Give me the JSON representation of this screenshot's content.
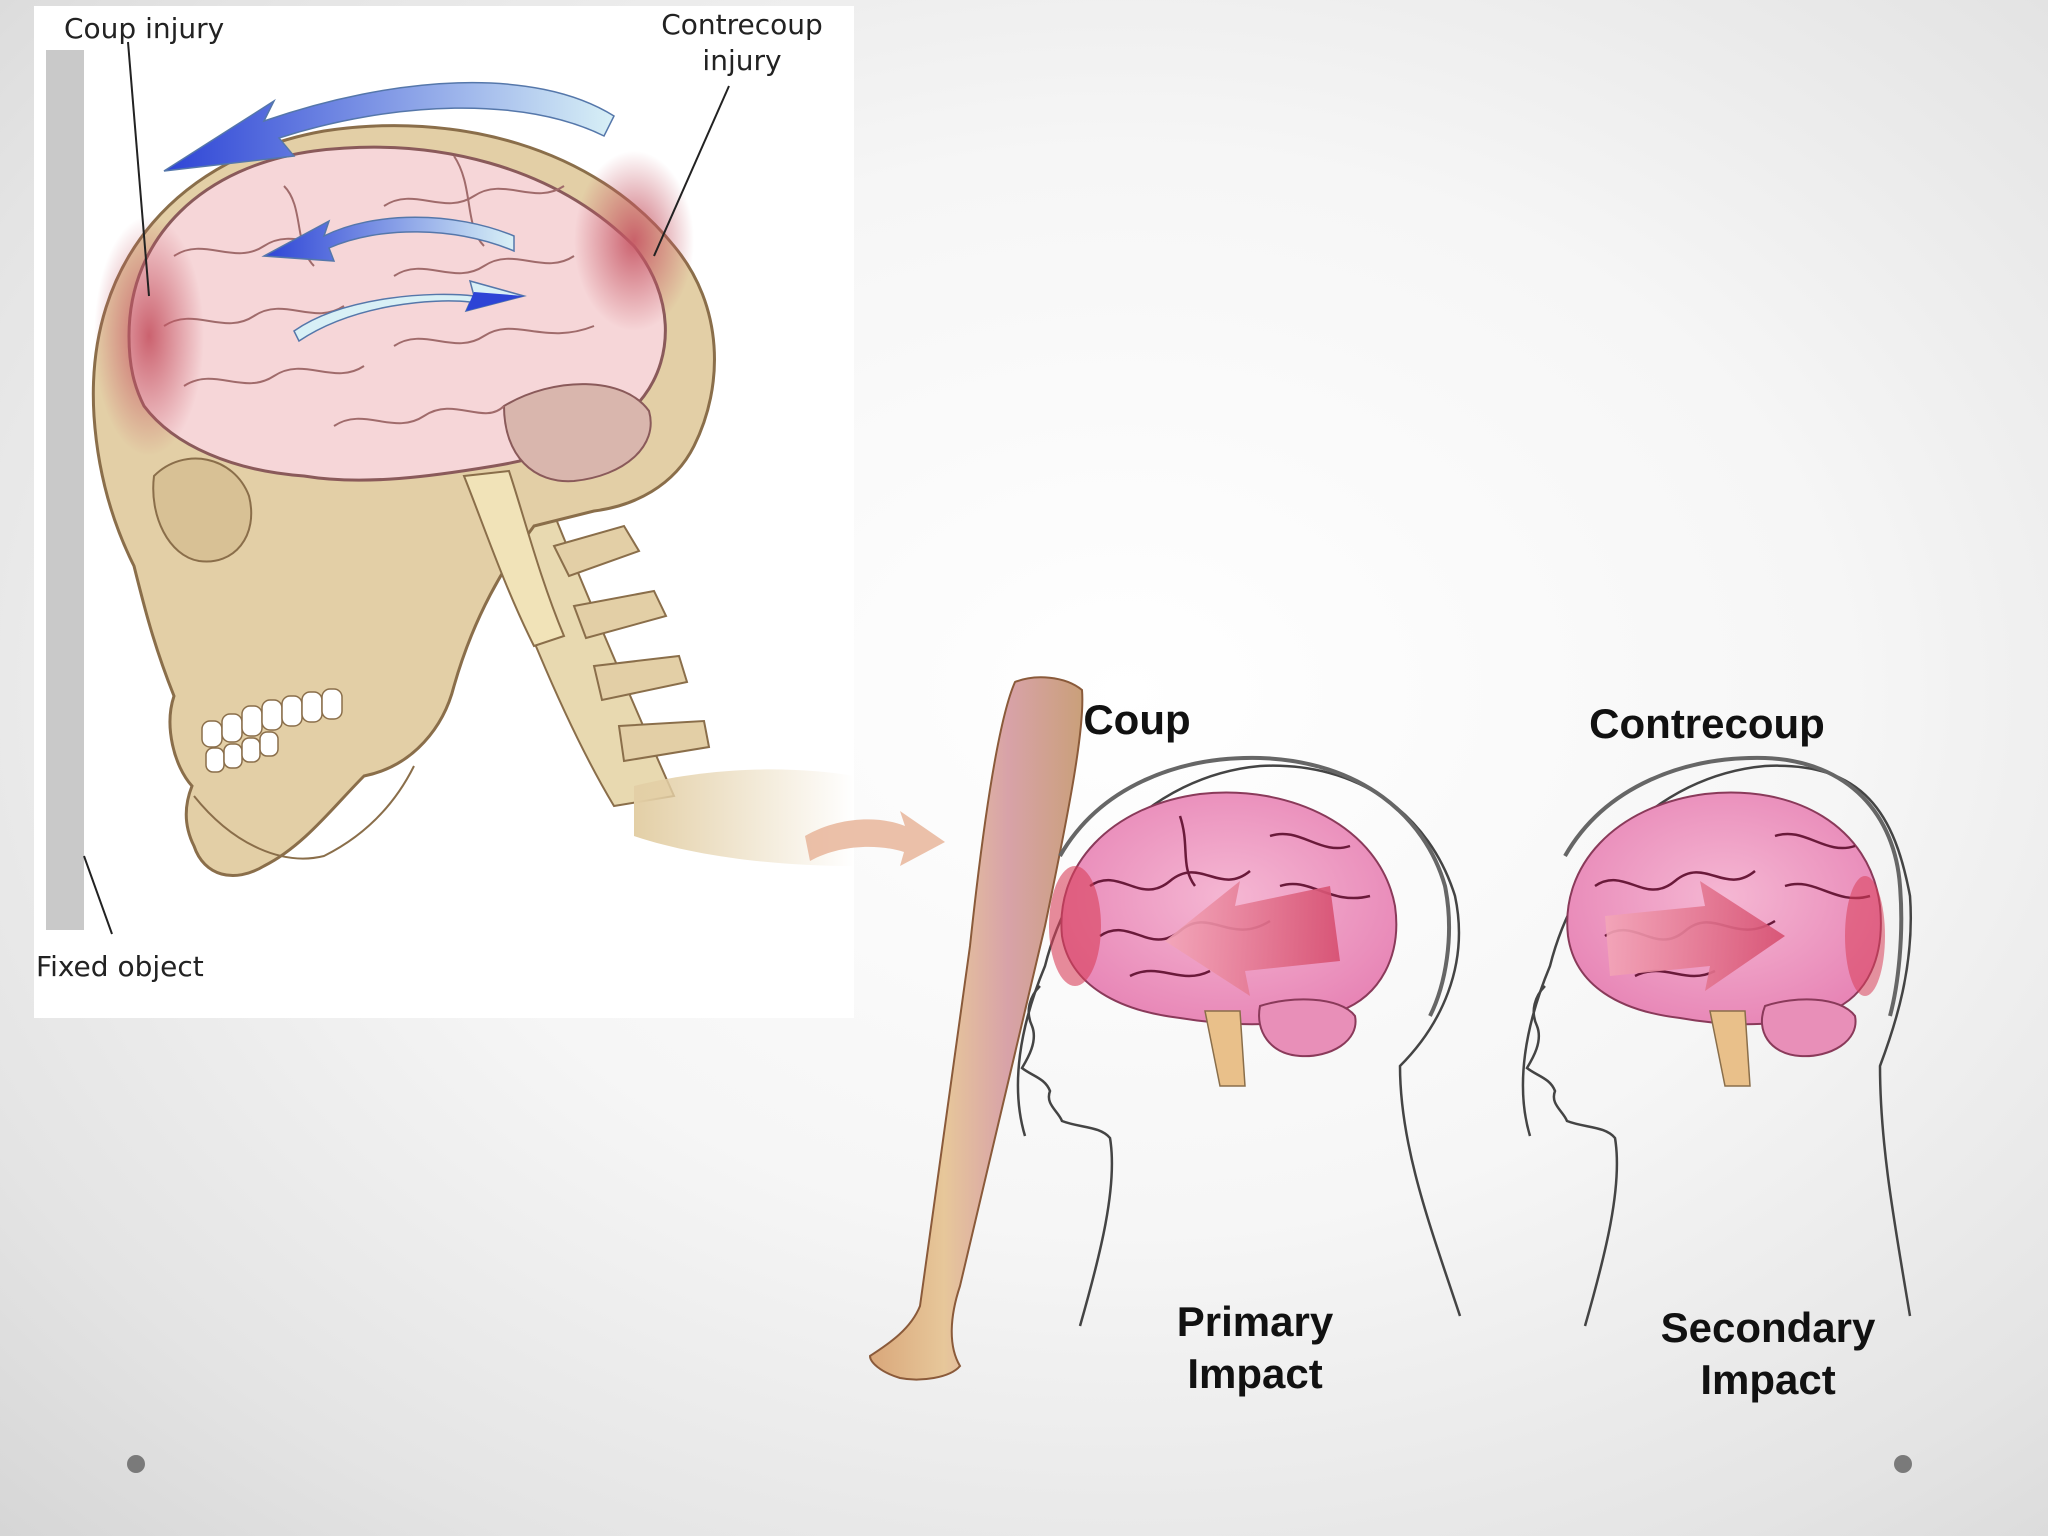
{
  "left_diagram": {
    "label_coup": "Coup injury",
    "label_contrecoup_line1": "Contrecoup",
    "label_contrecoup_line2": "injury",
    "label_fixed": "Fixed object"
  },
  "right_diagram": {
    "label_coup": "Coup",
    "label_contrecoup": "Contrecoup",
    "label_primary_line1": "Primary",
    "label_primary_line2": "Impact",
    "label_secondary_line1": "Secondary",
    "label_secondary_line2": "Impact"
  },
  "colors": {
    "bone": "#e3cfa6",
    "brain": "#f6d6d8",
    "bruise": "#cf5f6a",
    "arrow_blue": "#2d44d6",
    "wall": "#c9c9c9"
  }
}
